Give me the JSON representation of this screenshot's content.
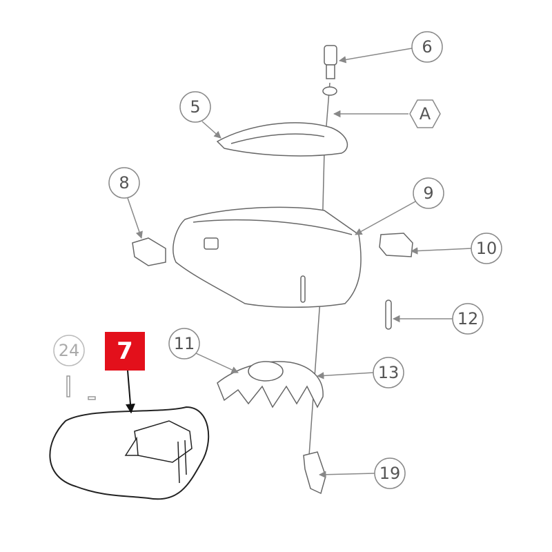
{
  "diagram": {
    "highlight_label": "7",
    "highlight_color": "#e3101b",
    "callouts": [
      {
        "id": "6",
        "label": "6"
      },
      {
        "id": "A",
        "label": "A"
      },
      {
        "id": "5",
        "label": "5"
      },
      {
        "id": "8",
        "label": "8"
      },
      {
        "id": "9",
        "label": "9"
      },
      {
        "id": "10",
        "label": "10"
      },
      {
        "id": "12",
        "label": "12"
      },
      {
        "id": "24",
        "label": "24"
      },
      {
        "id": "11",
        "label": "11"
      },
      {
        "id": "13",
        "label": "13"
      },
      {
        "id": "19",
        "label": "19"
      }
    ]
  }
}
